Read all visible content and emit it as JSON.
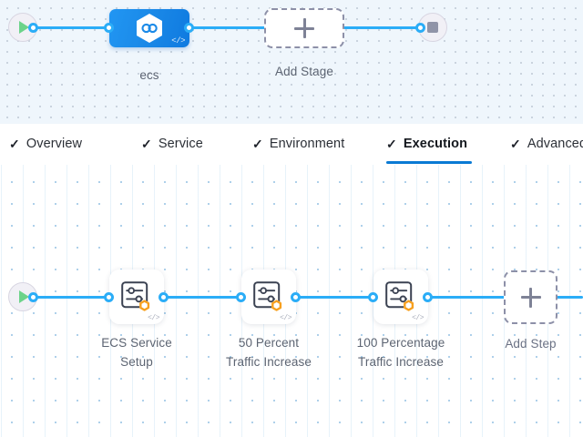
{
  "stage_canvas": {
    "start_node": {
      "name": "start-node",
      "icon": "play-icon"
    },
    "end_node": {
      "name": "end-node",
      "icon": "stop-icon"
    },
    "stage": {
      "label": "ecs",
      "icon": "hexagon-link-icon",
      "code_glyph": "</>"
    },
    "add_stage": {
      "label": "Add Stage",
      "icon": "plus-icon"
    }
  },
  "tabs": [
    {
      "label": "Overview",
      "check": "✓",
      "active": false
    },
    {
      "label": "Service",
      "check": "✓",
      "active": false
    },
    {
      "label": "Environment",
      "check": "✓",
      "active": false
    },
    {
      "label": "Execution",
      "check": "✓",
      "active": true
    },
    {
      "label": "Advanced",
      "check": "✓",
      "active": false
    }
  ],
  "step_canvas": {
    "start_node": {
      "name": "start-node",
      "icon": "play-icon"
    },
    "steps": [
      {
        "label_line1": "ECS Service",
        "label_line2": "Setup",
        "icon": "sliders-settings-icon",
        "badge": "orange-hexagon-badge",
        "code_glyph": "</>"
      },
      {
        "label_line1": "50 Percent",
        "label_line2": "Traffic Increase",
        "icon": "sliders-settings-icon",
        "badge": "orange-hexagon-badge",
        "code_glyph": "</>"
      },
      {
        "label_line1": "100 Percentage",
        "label_line2": "Traffic Increase",
        "icon": "sliders-settings-icon",
        "badge": "orange-hexagon-badge",
        "code_glyph": "</>"
      }
    ],
    "add_step": {
      "label": "Add Step",
      "icon": "plus-icon"
    }
  },
  "colors": {
    "connector": "#2badf7",
    "stage_blue": "#1b8ae8",
    "tab_active_underline": "#0a7ad4",
    "badge_orange": "#f7a01f",
    "play_green": "#6cd38a",
    "stop_gray": "#9094a8",
    "label_text": "#5c6472",
    "canvas_top_bg": "#eff6fc",
    "canvas_bottom_bg": "#ffffff"
  }
}
